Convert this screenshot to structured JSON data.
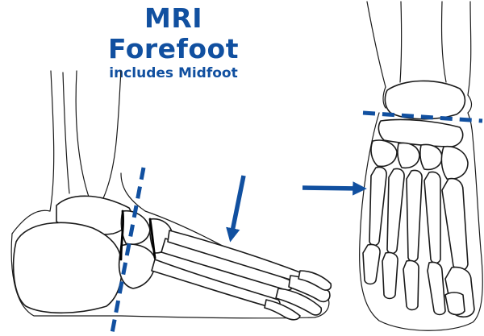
{
  "title": "MRI Forefoot",
  "subtitle": "includes Midfoot",
  "colors": {
    "accent": "#1150a0",
    "line_art": "#1a1a1a",
    "background": "#ffffff"
  },
  "illustrations": [
    {
      "view": "lateral",
      "markers": [
        "dashed-cut-line",
        "arrow"
      ]
    },
    {
      "view": "dorsal",
      "markers": [
        "dashed-cut-line",
        "arrow"
      ]
    }
  ]
}
